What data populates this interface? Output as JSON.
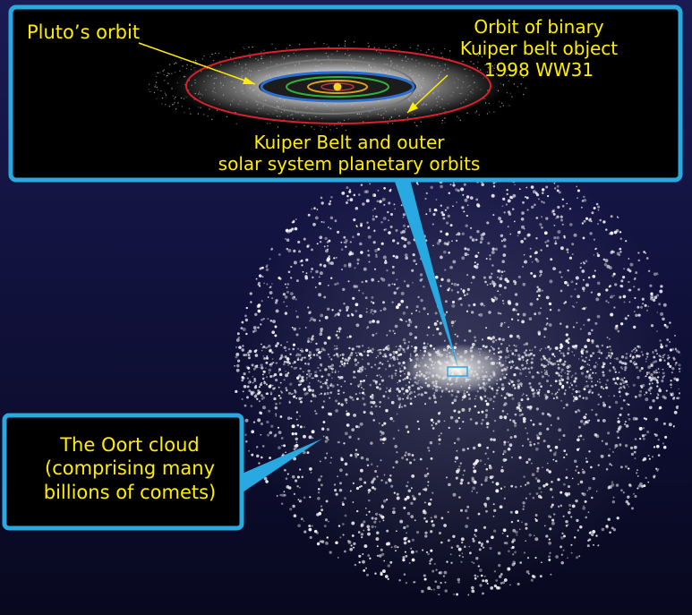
{
  "labels": {
    "pluto_orbit": "Pluto’s orbit",
    "binary_object": [
      "Orbit of binary",
      "Kuiper belt object",
      "1998 WW31"
    ],
    "kuiper_belt": [
      "Kuiper Belt and outer",
      "solar system planetary orbits"
    ],
    "oort_cloud": [
      "The Oort cloud",
      "(comprising many",
      "billions of comets)"
    ]
  },
  "colors": {
    "callout_border": "#29a9e1",
    "label_text": "#ffee00",
    "background_top": "#1a1b52",
    "background_bottom": "#08081f",
    "binary_orbit": "#d8212e",
    "pluto_orbit": "#808080",
    "neptune_orbit": "#2d6fd0",
    "uranus_orbit": "#30b040",
    "saturn_orbit": "#e0a020",
    "sun": "#ffd020"
  }
}
